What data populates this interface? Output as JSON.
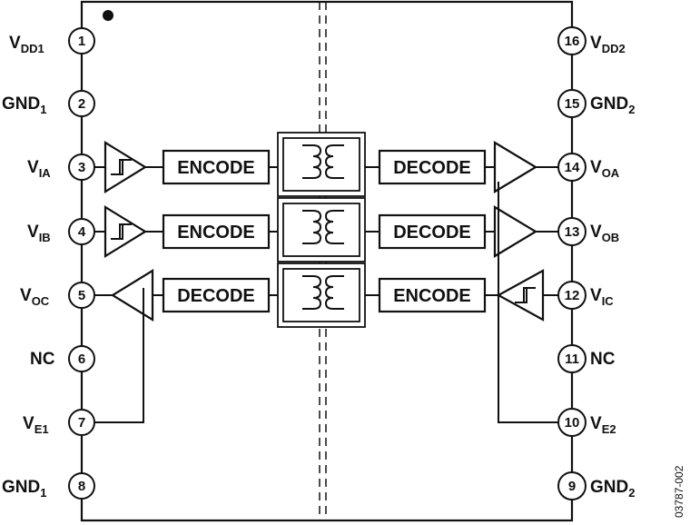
{
  "pins_left": [
    {
      "num": "1",
      "main": "V",
      "sub": "DD1",
      "sub_baseline": true
    },
    {
      "num": "2",
      "main": "GND",
      "sub": "1",
      "sub_baseline": true
    },
    {
      "num": "3",
      "main": "V",
      "sub": "IA",
      "sub_baseline": true
    },
    {
      "num": "4",
      "main": "V",
      "sub": "IB",
      "sub_baseline": true
    },
    {
      "num": "5",
      "main": "V",
      "sub": "OC",
      "sub_baseline": true
    },
    {
      "num": "6",
      "main": "NC",
      "sub": "",
      "sub_baseline": false
    },
    {
      "num": "7",
      "main": "V",
      "sub": "E1",
      "sub_baseline": true
    },
    {
      "num": "8",
      "main": "GND",
      "sub": "1",
      "sub_baseline": true
    }
  ],
  "pins_right": [
    {
      "num": "16",
      "main": "V",
      "sub": "DD2"
    },
    {
      "num": "15",
      "main": "GND",
      "sub": "2"
    },
    {
      "num": "14",
      "main": "V",
      "sub": "OA"
    },
    {
      "num": "13",
      "main": "V",
      "sub": "OB"
    },
    {
      "num": "12",
      "main": "V",
      "sub": "IC"
    },
    {
      "num": "11",
      "main": "NC",
      "sub": ""
    },
    {
      "num": "10",
      "main": "V",
      "sub": "E2"
    },
    {
      "num": "9",
      "main": "GND",
      "sub": "2"
    }
  ],
  "channels": [
    {
      "left_block": "ENCODE",
      "right_block": "DECODE"
    },
    {
      "left_block": "ENCODE",
      "right_block": "DECODE"
    },
    {
      "left_block": "DECODE",
      "right_block": "ENCODE"
    }
  ],
  "doc_number": "03787-002",
  "icons": [
    "schmitt-trigger-icon",
    "buffer-triangle-icon",
    "transformer-coil-icon",
    "pin1-dot-icon"
  ]
}
